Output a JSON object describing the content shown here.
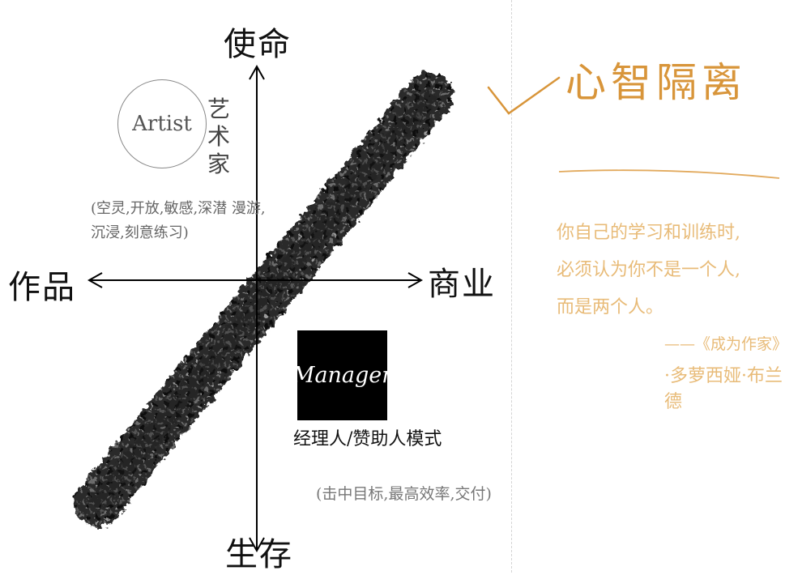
{
  "axes": {
    "top": "使命",
    "bottom": "生存",
    "left": "作品",
    "right": "商业"
  },
  "artist": {
    "word": "Artist",
    "label_cn": "艺术家",
    "traits": "(空灵,开放,敏感,深潜 漫游,沉浸,刻意练习)"
  },
  "manager": {
    "word": "Manager",
    "label_cn": "经理人/赞助人模式",
    "traits": "(击中目标,最高效率,交付)"
  },
  "right_panel": {
    "title": "心智隔离",
    "quote_lines": [
      "你自己的学习和训练时,",
      "必须认为你不是一个人,",
      "而是两个人。"
    ],
    "source": "——《成为作家》",
    "author": "·多萝西娅·布兰德"
  },
  "colors": {
    "accent_orange": "#d8953a",
    "quote_light_orange": "#e8bb78",
    "ink": "#111111"
  }
}
